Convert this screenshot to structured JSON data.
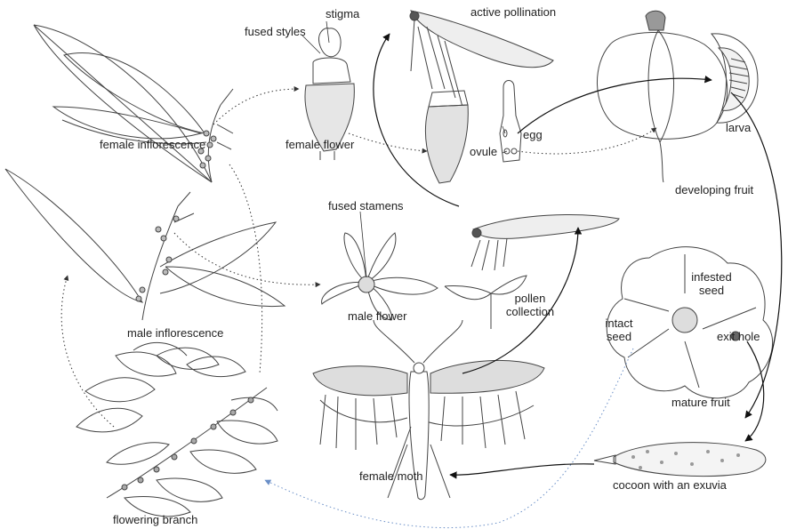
{
  "labels": {
    "stigma": "stigma",
    "fused_styles": "fused styles",
    "active_pollination": "active pollination",
    "female_inflorescence": "female inflorescence",
    "female_flower": "female flower",
    "egg": "egg",
    "ovule": "ovule",
    "larva": "larva",
    "developing_fruit": "developing fruit",
    "fused_stamens": "fused stamens",
    "male_inflorescence": "male inflorescence",
    "male_flower": "male flower",
    "pollen_collection": "pollen collection",
    "infested_seed": "infested seed",
    "intact_seed": "intact seed",
    "exit_hole": "exit hole",
    "mature_fruit": "mature fruit",
    "female_moth": "female moth",
    "cocoon": "cocoon with an exuvia",
    "flowering_branch": "flowering branch"
  },
  "colors": {
    "line": "#333333",
    "solid_arrow": "#111111",
    "dotted_arrow": "#333333",
    "dispersal_arrow": "#6a8fc7"
  }
}
